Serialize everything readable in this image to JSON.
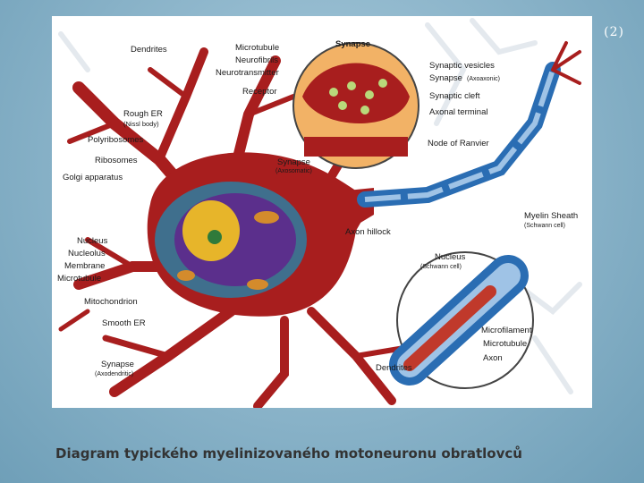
{
  "slide_number": "(2)",
  "caption": "Diagram typického myelinizovaného motoneuronu obratlovců",
  "labels": {
    "dendrites_top": "Dendrites",
    "microtubule_top": "Microtubule",
    "neurofibrils": "Neurofibrils",
    "neurotransmitter": "Neurotransmitter",
    "receptor": "Receptor",
    "rough_er": "Rough ER",
    "nissl_body": "(Nissl body)",
    "polyribosomes": "Polyribosomes",
    "ribosomes": "Ribosomes",
    "golgi": "Golgi apparatus",
    "synapse_axosomatic": "Synapse",
    "axosomatic": "(Axosomatic)",
    "synapse_inset_title": "Synapse",
    "synaptic_vesicles": "Synaptic vesicles",
    "synapse_axoaxonic": "Synapse",
    "axoaxonic": "(Axoaxonic)",
    "synaptic_cleft": "Synaptic cleft",
    "axonal_terminal": "Axonal terminal",
    "node_of_ranvier": "Node of Ranvier",
    "myelin_sheath": "Myelin Sheath",
    "schwann_cell_myelin": "(Schwann cell)",
    "axon_hillock": "Axon hillock",
    "nucleus_schwann": "Nucleus",
    "schwann_cell_nucleus": "(Schwann cell)",
    "nucleus": "Nucleus",
    "nucleolus": "Nucleolus",
    "membrane": "Membrane",
    "microtubule_left": "Microtubule",
    "mitochondrion": "Mitochondrion",
    "smooth_er": "Smooth ER",
    "synapse_axodendritic": "Synapse",
    "axodendritic": "(Axodendritic)",
    "microfilament": "Microfilament",
    "microtubule_inset": "Microtubule",
    "axon": "Axon",
    "dendrites_bottom": "Dendrites"
  },
  "colors": {
    "neuron": "#a81e1e",
    "neuron_dark": "#8a1212",
    "myelin": "#2a6db3",
    "nucleus_purple": "#5b2f8c",
    "nucleolus_yellow": "#e7b52a",
    "cytoplasm": "#3f6f8d",
    "inset_orange": "#f2b266"
  }
}
